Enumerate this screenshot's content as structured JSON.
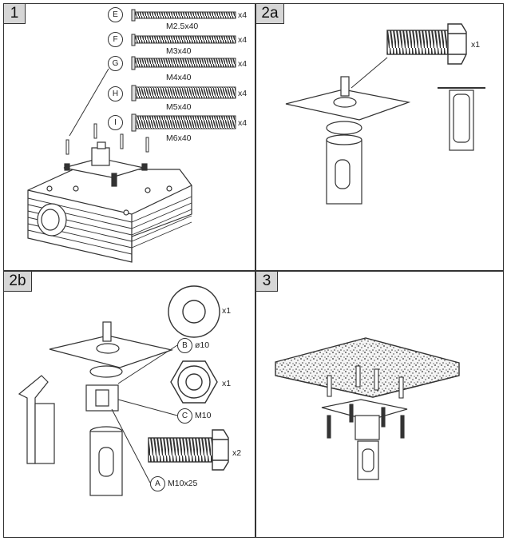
{
  "panels": {
    "p1": {
      "number": "1"
    },
    "p2a": {
      "number": "2a",
      "qty": "x1"
    },
    "p2b": {
      "number": "2b"
    },
    "p3": {
      "number": "3"
    }
  },
  "screws": [
    {
      "letter": "E",
      "size": "M2.5x40",
      "qty": "x4"
    },
    {
      "letter": "F",
      "size": "M3x40",
      "qty": "x4"
    },
    {
      "letter": "G",
      "size": "M4x40",
      "qty": "x4"
    },
    {
      "letter": "H",
      "size": "M5x40",
      "qty": "x4"
    },
    {
      "letter": "I",
      "size": "M6x40",
      "qty": "x4"
    }
  ],
  "parts_2b": {
    "washer_qty": "x1",
    "nut_qty": "x1",
    "bolt_qty": "x2",
    "B": {
      "letter": "B",
      "label": "ø10"
    },
    "C": {
      "letter": "C",
      "label": "M10"
    },
    "A": {
      "letter": "A",
      "label": "M10x25"
    }
  }
}
